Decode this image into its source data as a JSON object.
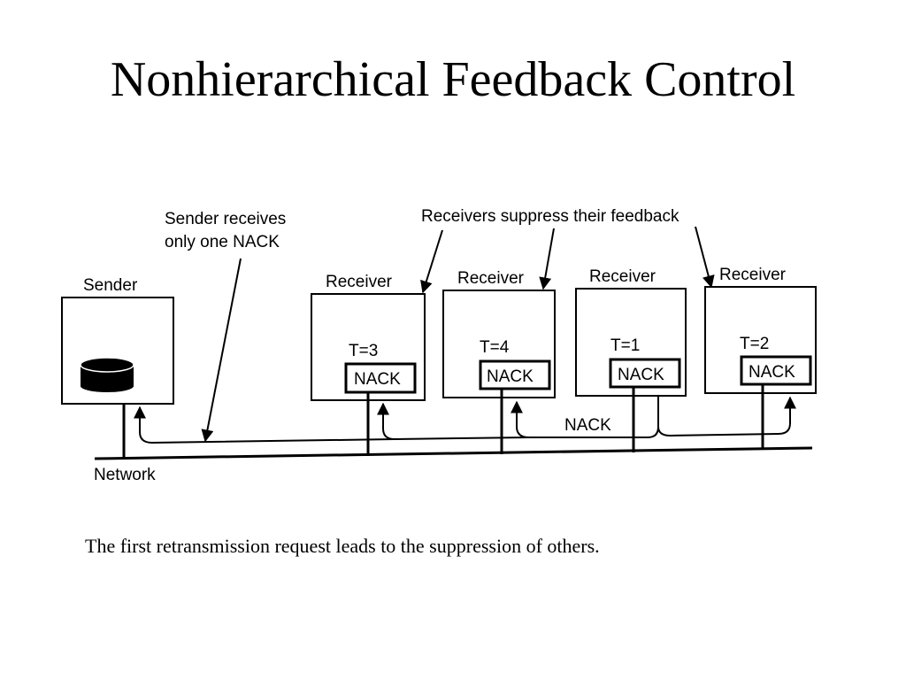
{
  "title": "Nonhierarchical Feedback Control",
  "caption": "The first retransmission request leads to the suppression of others.",
  "diagram": {
    "sender_label": "Sender",
    "sender_note": [
      "Sender receives",
      "only one NACK"
    ],
    "suppress_note": "Receivers suppress their feedback",
    "network_label": "Network",
    "nack_label": "NACK",
    "receivers": [
      {
        "label": "Receiver",
        "timer": "T=3",
        "nack": "NACK"
      },
      {
        "label": "Receiver",
        "timer": "T=4",
        "nack": "NACK"
      },
      {
        "label": "Receiver",
        "timer": "T=1",
        "nack": "NACK"
      },
      {
        "label": "Receiver",
        "timer": "T=2",
        "nack": "NACK"
      }
    ]
  }
}
